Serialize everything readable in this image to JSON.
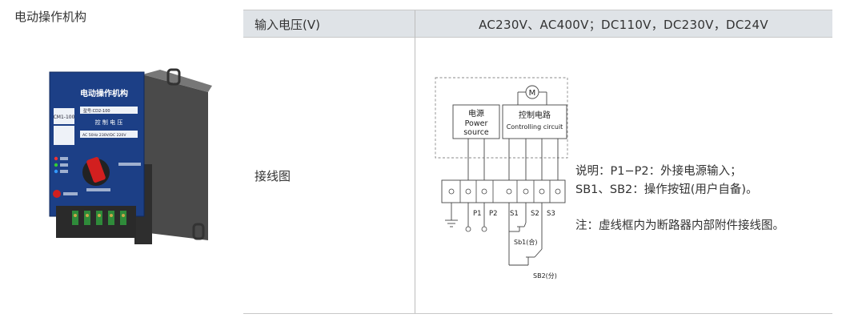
{
  "page": {
    "title": "电动操作机构"
  },
  "product": {
    "panel_title": "电动操作机构",
    "model_tag": "CM1-100",
    "model_line": "型号:CD2-100",
    "voltage_heading": "控 制 电 压",
    "voltage_values": "AC 50Hz 230V/DC 220V"
  },
  "table": {
    "header": {
      "label": "输入电压(V)",
      "value": "AC230V、AC400V；DC110V，DC230V，DC24V"
    },
    "wiring_row": {
      "label": "接线图"
    }
  },
  "diagram": {
    "motor": "M",
    "power_cn": "电源",
    "power_en_1": "Power",
    "power_en_2": "source",
    "ctrl_cn": "控制电路",
    "ctrl_en": "Controlling circuit",
    "terminals": [
      "P1",
      "P2",
      "S1",
      "S2",
      "S3"
    ],
    "sb1": "Sb1(合)",
    "sb2": "SB2(分)"
  },
  "notes": {
    "line1": "说明：P1−P2：外接电源输入；",
    "line2": "SB1、SB2：操作按钮(用户自备)。",
    "line3": "注：虚线框内为断路器内部附件接线图。"
  },
  "colors": {
    "header_bg": "#dfe3e7",
    "panel_blue": "#1c3f86",
    "handle_red": "#d21f1f"
  }
}
